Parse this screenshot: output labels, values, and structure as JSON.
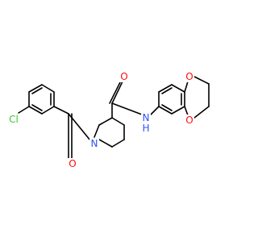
{
  "molecule": {
    "atoms": {
      "cl": {
        "symbol": "Cl",
        "color": "#33cc33"
      },
      "o_carbonyl_left": {
        "symbol": "O",
        "color": "#ff0d0d"
      },
      "n_piperidine": {
        "symbol": "N",
        "color": "#3050f8"
      },
      "o_carbonyl_right": {
        "symbol": "O",
        "color": "#ff0d0d"
      },
      "n_amide": {
        "symbol": "N",
        "color": "#3050f8"
      },
      "h_amide": {
        "symbol": "H",
        "color": "#3050f8"
      },
      "o_dioxane_top": {
        "symbol": "O",
        "color": "#ff0d0d"
      },
      "o_dioxane_bottom": {
        "symbol": "O",
        "color": "#ff0d0d"
      }
    },
    "bond_color": "#000000"
  }
}
